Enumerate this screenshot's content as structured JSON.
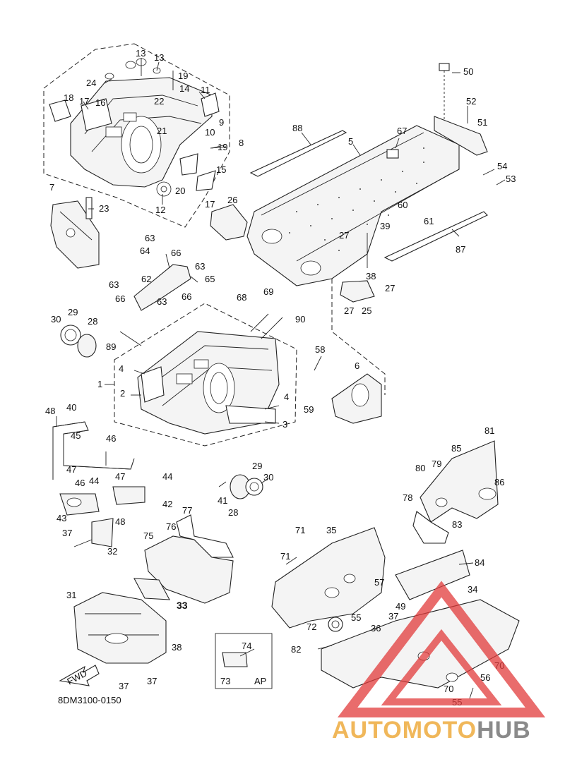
{
  "drawing": {
    "reference_code": "8DM3100-0150",
    "fwd_label": "FWD",
    "inset_label": "AP",
    "callouts": [
      {
        "id": "c13a",
        "text": "13"
      },
      {
        "id": "c13b",
        "text": "13"
      },
      {
        "id": "c19a",
        "text": "19"
      },
      {
        "id": "c24",
        "text": "24"
      },
      {
        "id": "c14",
        "text": "14"
      },
      {
        "id": "c11",
        "text": "11"
      },
      {
        "id": "c22",
        "text": "22"
      },
      {
        "id": "c18",
        "text": "18"
      },
      {
        "id": "c17a",
        "text": "17"
      },
      {
        "id": "c16",
        "text": "16"
      },
      {
        "id": "c9",
        "text": "9"
      },
      {
        "id": "c21",
        "text": "21"
      },
      {
        "id": "c10",
        "text": "10"
      },
      {
        "id": "c8",
        "text": "8"
      },
      {
        "id": "c19b",
        "text": "19"
      },
      {
        "id": "c15",
        "text": "15"
      },
      {
        "id": "c20",
        "text": "20"
      },
      {
        "id": "c12",
        "text": "12"
      },
      {
        "id": "c17b",
        "text": "17"
      },
      {
        "id": "c7",
        "text": "7"
      },
      {
        "id": "c23",
        "text": "23"
      },
      {
        "id": "c26",
        "text": "26"
      },
      {
        "id": "c50",
        "text": "50"
      },
      {
        "id": "c52",
        "text": "52"
      },
      {
        "id": "c51",
        "text": "51"
      },
      {
        "id": "c88",
        "text": "88"
      },
      {
        "id": "c67",
        "text": "67"
      },
      {
        "id": "c5",
        "text": "5"
      },
      {
        "id": "c54",
        "text": "54"
      },
      {
        "id": "c53",
        "text": "53"
      },
      {
        "id": "c60",
        "text": "60"
      },
      {
        "id": "c27a",
        "text": "27"
      },
      {
        "id": "c39",
        "text": "39"
      },
      {
        "id": "c61",
        "text": "61"
      },
      {
        "id": "c87",
        "text": "87"
      },
      {
        "id": "c38",
        "text": "38"
      },
      {
        "id": "c27b",
        "text": "27"
      },
      {
        "id": "c27c",
        "text": "27"
      },
      {
        "id": "c25",
        "text": "25"
      },
      {
        "id": "c63a",
        "text": "63"
      },
      {
        "id": "c64",
        "text": "64"
      },
      {
        "id": "c66a",
        "text": "66"
      },
      {
        "id": "c63b",
        "text": "63"
      },
      {
        "id": "c62",
        "text": "62"
      },
      {
        "id": "c65",
        "text": "65"
      },
      {
        "id": "c63c",
        "text": "63"
      },
      {
        "id": "c66b",
        "text": "66"
      },
      {
        "id": "c66c",
        "text": "66"
      },
      {
        "id": "c63d",
        "text": "63"
      },
      {
        "id": "c68",
        "text": "68"
      },
      {
        "id": "c69",
        "text": "69"
      },
      {
        "id": "c90",
        "text": "90"
      },
      {
        "id": "c30a",
        "text": "30"
      },
      {
        "id": "c29a",
        "text": "29"
      },
      {
        "id": "c28a",
        "text": "28"
      },
      {
        "id": "c89",
        "text": "89"
      },
      {
        "id": "c58",
        "text": "58"
      },
      {
        "id": "c4a",
        "text": "4"
      },
      {
        "id": "c1",
        "text": "1"
      },
      {
        "id": "c2",
        "text": "2"
      },
      {
        "id": "c6",
        "text": "6"
      },
      {
        "id": "c59",
        "text": "59"
      },
      {
        "id": "c4b",
        "text": "4"
      },
      {
        "id": "c3",
        "text": "3"
      },
      {
        "id": "c48a",
        "text": "48"
      },
      {
        "id": "c40",
        "text": "40"
      },
      {
        "id": "c45",
        "text": "45"
      },
      {
        "id": "c46a",
        "text": "46"
      },
      {
        "id": "c47a",
        "text": "47"
      },
      {
        "id": "c47b",
        "text": "47"
      },
      {
        "id": "c44a",
        "text": "44"
      },
      {
        "id": "c46b",
        "text": "46"
      },
      {
        "id": "c44b",
        "text": "44"
      },
      {
        "id": "c43",
        "text": "43"
      },
      {
        "id": "c42",
        "text": "42"
      },
      {
        "id": "c48b",
        "text": "48"
      },
      {
        "id": "c29b",
        "text": "29"
      },
      {
        "id": "c30b",
        "text": "30"
      },
      {
        "id": "c41",
        "text": "41"
      },
      {
        "id": "c28b",
        "text": "28"
      },
      {
        "id": "c81",
        "text": "81"
      },
      {
        "id": "c85",
        "text": "85"
      },
      {
        "id": "c80",
        "text": "80"
      },
      {
        "id": "c79",
        "text": "79"
      },
      {
        "id": "c86",
        "text": "86"
      },
      {
        "id": "c78",
        "text": "78"
      },
      {
        "id": "c83",
        "text": "83"
      },
      {
        "id": "c37a",
        "text": "37"
      },
      {
        "id": "c32",
        "text": "32"
      },
      {
        "id": "c77",
        "text": "77"
      },
      {
        "id": "c76",
        "text": "76"
      },
      {
        "id": "c75",
        "text": "75"
      },
      {
        "id": "c33",
        "text": "33"
      },
      {
        "id": "c71a",
        "text": "71"
      },
      {
        "id": "c35",
        "text": "35"
      },
      {
        "id": "c71b",
        "text": "71"
      },
      {
        "id": "c84",
        "text": "84"
      },
      {
        "id": "c57",
        "text": "57"
      },
      {
        "id": "c34",
        "text": "34"
      },
      {
        "id": "c49",
        "text": "49"
      },
      {
        "id": "c55a",
        "text": "55"
      },
      {
        "id": "c37b",
        "text": "37"
      },
      {
        "id": "c36",
        "text": "36"
      },
      {
        "id": "c72",
        "text": "72"
      },
      {
        "id": "c31",
        "text": "31"
      },
      {
        "id": "c38b",
        "text": "38"
      },
      {
        "id": "c74",
        "text": "74"
      },
      {
        "id": "c82",
        "text": "82"
      },
      {
        "id": "c70a",
        "text": "70"
      },
      {
        "id": "c70b",
        "text": "70"
      },
      {
        "id": "c56",
        "text": "56"
      },
      {
        "id": "c55b",
        "text": "55"
      },
      {
        "id": "c73",
        "text": "73"
      },
      {
        "id": "c37c",
        "text": "37"
      },
      {
        "id": "c37d",
        "text": "37"
      }
    ]
  },
  "watermark": {
    "brand_part1": "AUTOMOTO",
    "brand_part2": "HUB",
    "color_red": "#e23b3b",
    "color_orange": "#f0b75a",
    "color_gray": "#8a8a8a"
  }
}
